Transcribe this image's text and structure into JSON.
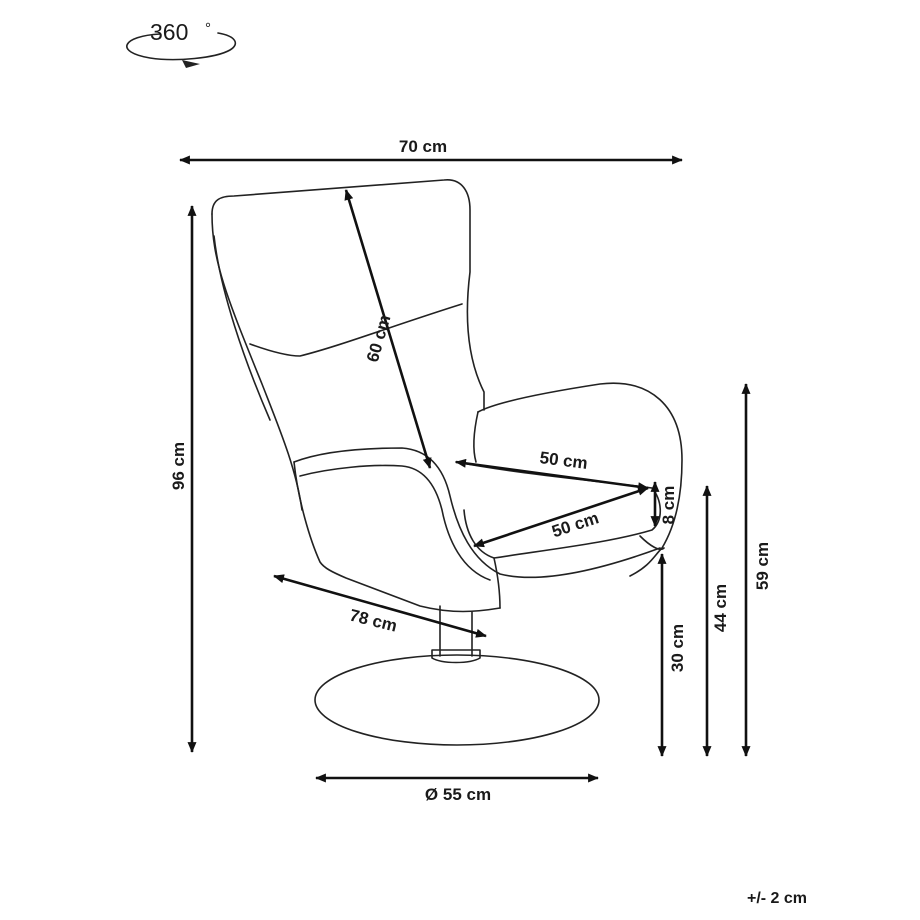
{
  "rotation": {
    "label": "360",
    "degree": "°"
  },
  "dimensions": {
    "width": "70 cm",
    "height": "96 cm",
    "backrest": "60 cm",
    "seat_width": "50 cm",
    "seat_depth": "50 cm",
    "seat_thickness": "8 cm",
    "depth": "78 cm",
    "base_diameter": "Ø 55 cm",
    "seat_height": "30 cm",
    "seat_top_height": "44 cm",
    "armrest_height": "59 cm"
  },
  "tolerance": "+/- 2 cm"
}
